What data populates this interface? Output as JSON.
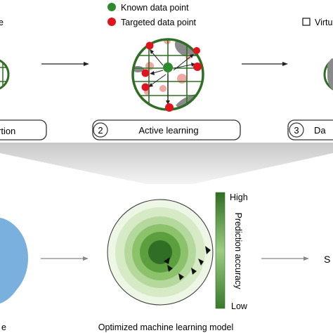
{
  "legend": {
    "known_label": "Known data point",
    "targeted_label": "Targeted data point",
    "virtual_label": "Virtu",
    "left_cut_text": "e",
    "known_color": "#2f8a2f",
    "targeted_color": "#e0141e"
  },
  "steps": [
    {
      "number": "",
      "label": "rtion"
    },
    {
      "number": "2",
      "label": "Active learning"
    },
    {
      "number": "3",
      "label": "Da"
    }
  ],
  "bottom": {
    "model_label": "Optimized machine learning model",
    "bar_high": "High",
    "bar_low": "Low",
    "bar_axis_label": "Prediction accuracy",
    "right_cut_text": "S",
    "left_cut_text": "e"
  },
  "colors": {
    "dark_green": "#2f6e24",
    "light_green": "#eef6e6",
    "blob_blue": "#7ab0dd",
    "gray_land": "#8a8a8a",
    "pink": "#f2a7a7"
  }
}
